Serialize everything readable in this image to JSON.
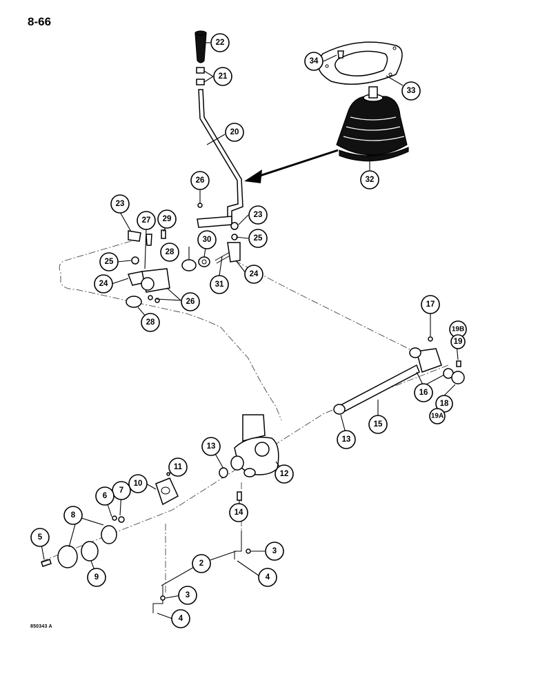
{
  "page": {
    "number": "8-66",
    "figure_code": "850343 A"
  },
  "callouts": [
    {
      "id": "c22",
      "label": "22"
    },
    {
      "id": "c21",
      "label": "21"
    },
    {
      "id": "c20",
      "label": "20"
    },
    {
      "id": "c34",
      "label": "34"
    },
    {
      "id": "c33",
      "label": "33"
    },
    {
      "id": "c32",
      "label": "32"
    },
    {
      "id": "c26a",
      "label": "26"
    },
    {
      "id": "c23a",
      "label": "23"
    },
    {
      "id": "c23b",
      "label": "23"
    },
    {
      "id": "c27",
      "label": "27"
    },
    {
      "id": "c29",
      "label": "29"
    },
    {
      "id": "c25a",
      "label": "25"
    },
    {
      "id": "c30",
      "label": "30"
    },
    {
      "id": "c28a",
      "label": "28"
    },
    {
      "id": "c25b",
      "label": "25"
    },
    {
      "id": "c24a",
      "label": "24"
    },
    {
      "id": "c24b",
      "label": "24"
    },
    {
      "id": "c31",
      "label": "31"
    },
    {
      "id": "c26b",
      "label": "26"
    },
    {
      "id": "c28b",
      "label": "28"
    },
    {
      "id": "c17",
      "label": "17"
    },
    {
      "id": "c19B",
      "label": "19B"
    },
    {
      "id": "c19",
      "label": "19"
    },
    {
      "id": "c16",
      "label": "16"
    },
    {
      "id": "c18",
      "label": "18"
    },
    {
      "id": "c19A",
      "label": "19A"
    },
    {
      "id": "c15",
      "label": "15"
    },
    {
      "id": "c13a",
      "label": "13"
    },
    {
      "id": "c13b",
      "label": "13"
    },
    {
      "id": "c12",
      "label": "12"
    },
    {
      "id": "c11",
      "label": "11"
    },
    {
      "id": "c10",
      "label": "10"
    },
    {
      "id": "c14",
      "label": "14"
    },
    {
      "id": "c7",
      "label": "7"
    },
    {
      "id": "c6",
      "label": "6"
    },
    {
      "id": "c8",
      "label": "8"
    },
    {
      "id": "c5",
      "label": "5"
    },
    {
      "id": "c9",
      "label": "9"
    },
    {
      "id": "c3a",
      "label": "3"
    },
    {
      "id": "c4a",
      "label": "4"
    },
    {
      "id": "c2",
      "label": "2"
    },
    {
      "id": "c3b",
      "label": "3"
    },
    {
      "id": "c4b",
      "label": "4"
    }
  ]
}
